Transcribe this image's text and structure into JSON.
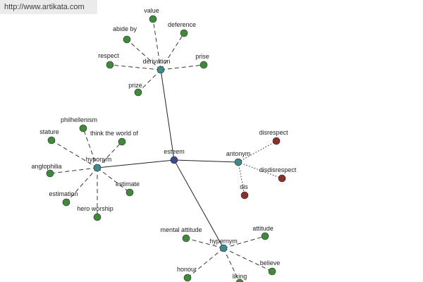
{
  "watermark": "http://www.artikata.com",
  "colors": {
    "center": "#3b4a8a",
    "relation": "#3d8a8a",
    "leaf": "#3f8a3a",
    "antonym_leaf": "#8a2e2e",
    "edge": "#222222"
  },
  "nodes": [
    {
      "id": "esteem",
      "label": "esteem",
      "kind": "center"
    },
    {
      "id": "derivation",
      "label": "derivation",
      "kind": "relation"
    },
    {
      "id": "hyponym",
      "label": "hyponym",
      "kind": "relation"
    },
    {
      "id": "antonym",
      "label": "antonym",
      "kind": "relation"
    },
    {
      "id": "hypernym",
      "label": "hypernym",
      "kind": "relation"
    },
    {
      "id": "value",
      "label": "value",
      "kind": "leaf"
    },
    {
      "id": "abide_by",
      "label": "abide by",
      "kind": "leaf"
    },
    {
      "id": "deference",
      "label": "deference",
      "kind": "leaf"
    },
    {
      "id": "respect",
      "label": "respect",
      "kind": "leaf"
    },
    {
      "id": "prise",
      "label": "prise",
      "kind": "leaf"
    },
    {
      "id": "prize",
      "label": "prize",
      "kind": "leaf"
    },
    {
      "id": "philhellenism",
      "label": "philhellenism",
      "kind": "leaf"
    },
    {
      "id": "stature",
      "label": "stature",
      "kind": "leaf"
    },
    {
      "id": "think_the_world_of",
      "label": "think the world of",
      "kind": "leaf"
    },
    {
      "id": "anglophilia",
      "label": "anglophilia",
      "kind": "leaf"
    },
    {
      "id": "estimate",
      "label": "estimate",
      "kind": "leaf"
    },
    {
      "id": "estimation",
      "label": "estimation",
      "kind": "leaf"
    },
    {
      "id": "hero_worship",
      "label": "hero worship",
      "kind": "leaf"
    },
    {
      "id": "disrespect",
      "label": "disrespect",
      "kind": "antonym_leaf"
    },
    {
      "id": "disdisrespect",
      "label": "disdisrespect",
      "kind": "antonym_leaf"
    },
    {
      "id": "dis",
      "label": "dis",
      "kind": "antonym_leaf"
    },
    {
      "id": "mental_attitude",
      "label": "mental attitude",
      "kind": "leaf"
    },
    {
      "id": "attitude",
      "label": "attitude",
      "kind": "leaf"
    },
    {
      "id": "believe",
      "label": "believe",
      "kind": "leaf"
    },
    {
      "id": "honour",
      "label": "honour",
      "kind": "leaf"
    },
    {
      "id": "liking",
      "label": "liking",
      "kind": "leaf"
    }
  ],
  "edges": [
    {
      "from": "esteem",
      "to": "derivation",
      "style": "solid"
    },
    {
      "from": "esteem",
      "to": "hyponym",
      "style": "solid"
    },
    {
      "from": "esteem",
      "to": "antonym",
      "style": "solid"
    },
    {
      "from": "esteem",
      "to": "hypernym",
      "style": "solid"
    },
    {
      "from": "derivation",
      "to": "value",
      "style": "dashed"
    },
    {
      "from": "derivation",
      "to": "abide_by",
      "style": "dashed"
    },
    {
      "from": "derivation",
      "to": "deference",
      "style": "dashed"
    },
    {
      "from": "derivation",
      "to": "respect",
      "style": "dashed"
    },
    {
      "from": "derivation",
      "to": "prise",
      "style": "dashed"
    },
    {
      "from": "derivation",
      "to": "prize",
      "style": "dashed"
    },
    {
      "from": "hyponym",
      "to": "philhellenism",
      "style": "dashed"
    },
    {
      "from": "hyponym",
      "to": "stature",
      "style": "dashed"
    },
    {
      "from": "hyponym",
      "to": "think_the_world_of",
      "style": "dashed"
    },
    {
      "from": "hyponym",
      "to": "anglophilia",
      "style": "dashed"
    },
    {
      "from": "hyponym",
      "to": "estimate",
      "style": "dashed"
    },
    {
      "from": "hyponym",
      "to": "estimation",
      "style": "dashed"
    },
    {
      "from": "hyponym",
      "to": "hero_worship",
      "style": "dashed"
    },
    {
      "from": "antonym",
      "to": "disrespect",
      "style": "dotted"
    },
    {
      "from": "antonym",
      "to": "disdisrespect",
      "style": "dotted"
    },
    {
      "from": "antonym",
      "to": "dis",
      "style": "dotted"
    },
    {
      "from": "hypernym",
      "to": "mental_attitude",
      "style": "dashed"
    },
    {
      "from": "hypernym",
      "to": "attitude",
      "style": "dashed"
    },
    {
      "from": "hypernym",
      "to": "believe",
      "style": "dashed"
    },
    {
      "from": "hypernym",
      "to": "honour",
      "style": "dashed"
    },
    {
      "from": "hypernym",
      "to": "liking",
      "style": "dashed"
    }
  ]
}
